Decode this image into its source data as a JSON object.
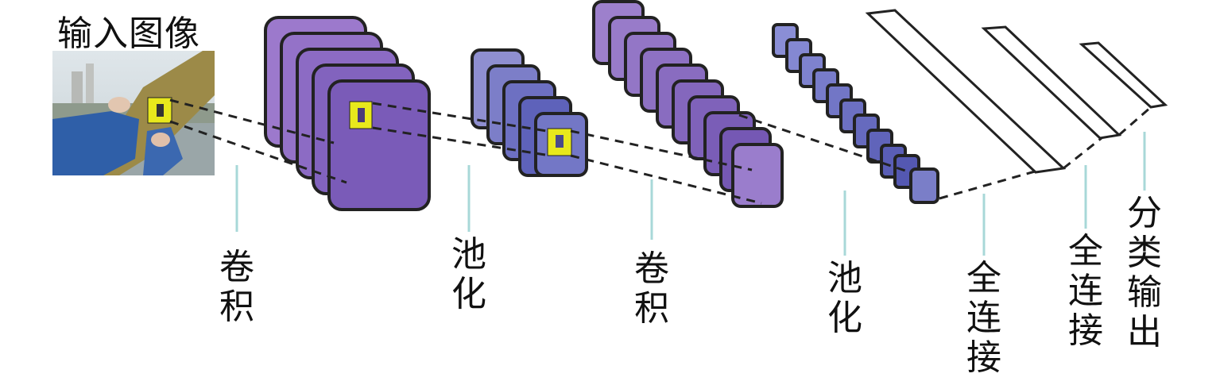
{
  "input": {
    "title": "输入图像"
  },
  "stages": [
    {
      "id": "conv1",
      "label": "卷积"
    },
    {
      "id": "pool1",
      "label": "池化"
    },
    {
      "id": "conv2",
      "label": "卷积"
    },
    {
      "id": "pool2",
      "label": "池化"
    },
    {
      "id": "fc1",
      "label": "全连接"
    },
    {
      "id": "fc2",
      "label": "全连接"
    },
    {
      "id": "out",
      "label": "分类输出"
    }
  ],
  "colors": {
    "conv_fill": "#8a60c4",
    "pool_fill": "#6a6fc4",
    "highlight": "#e8e81c",
    "connector": "#a8d8d8",
    "outline": "#222222"
  }
}
